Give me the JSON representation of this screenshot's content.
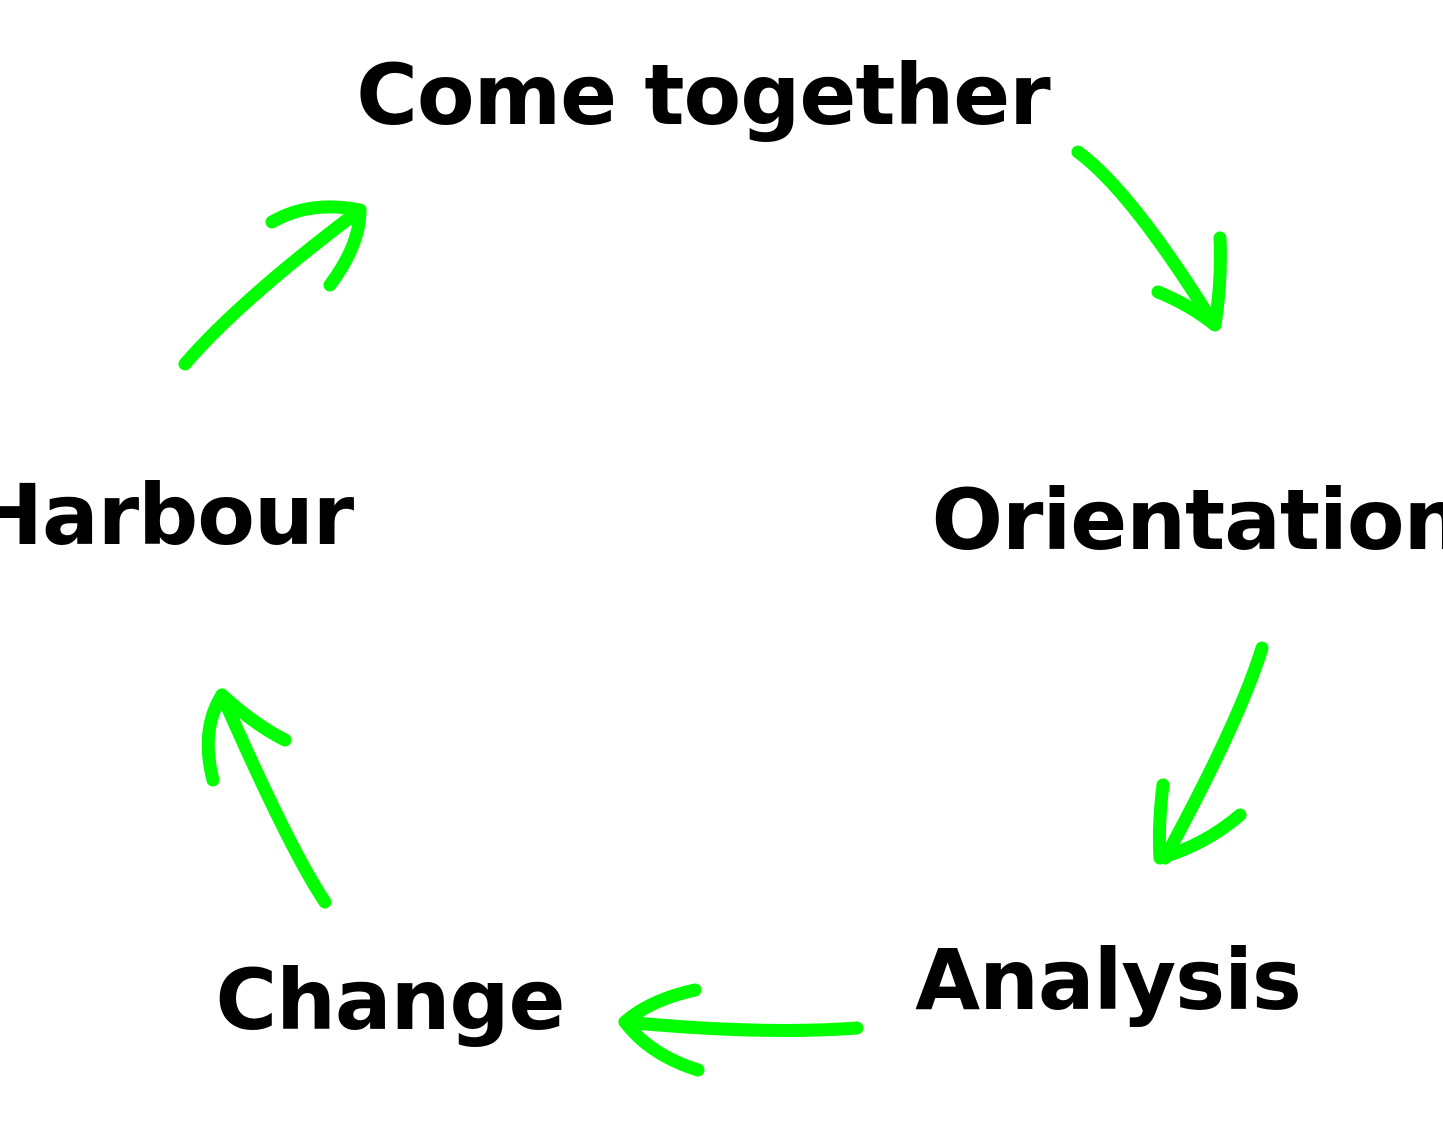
{
  "diagram": {
    "type": "cycle",
    "arrow_color": "#00ff00",
    "steps": [
      {
        "id": "come-together",
        "label": "Come together"
      },
      {
        "id": "orientation",
        "label": "Orientation"
      },
      {
        "id": "analysis",
        "label": "Analysis"
      },
      {
        "id": "change",
        "label": "Change"
      },
      {
        "id": "harbour",
        "label": "Harbour"
      }
    ],
    "edges": [
      {
        "from": "come-together",
        "to": "orientation"
      },
      {
        "from": "orientation",
        "to": "analysis"
      },
      {
        "from": "analysis",
        "to": "change"
      },
      {
        "from": "change",
        "to": "harbour"
      },
      {
        "from": "harbour",
        "to": "come-together"
      }
    ]
  }
}
